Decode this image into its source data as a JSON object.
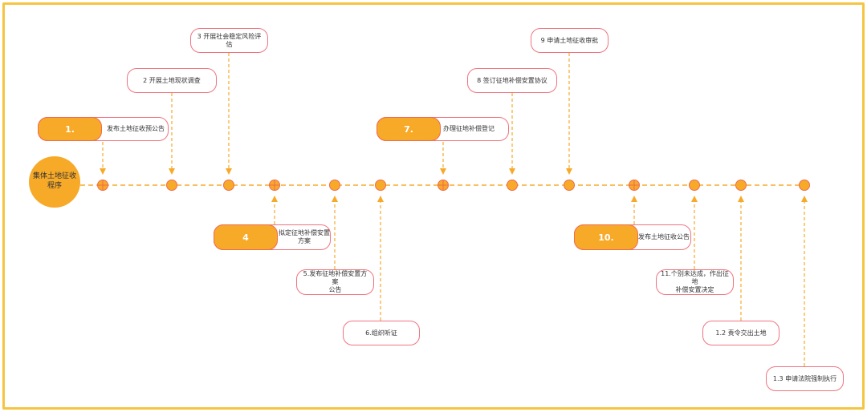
{
  "start": {
    "label_line1": "集体土地征收",
    "label_line2": "程序"
  },
  "steps": {
    "s1_num": "1.",
    "s1_text": "发布土地征收预公告",
    "s2": "2  开展土地现状调查",
    "s3": "3 开展社会稳定风险评估",
    "s4_num": "4",
    "s4_line1": "拟定征地补偿安置",
    "s4_line2": "方案",
    "s5_line1": "5.发布征地补偿安置方案",
    "s5_line2": "公告",
    "s6": "6.组织听证",
    "s7_num": "7.",
    "s7_text": "办理征地补偿登记",
    "s8": "8 签订征地补偿安置协议",
    "s9": "9 申请土地征收审批",
    "s10_num": "10.",
    "s10_text": "发布土地征收公告",
    "s11_line1": "11.个别未达成，作出征地",
    "s11_line2": "补偿安置决定",
    "s12": "1.2 责令交出土地",
    "s13": "1.3 申请法院强制执行"
  },
  "colors": {
    "accent": "#f7a928",
    "border": "#ef7480",
    "frame": "#f5c542"
  }
}
